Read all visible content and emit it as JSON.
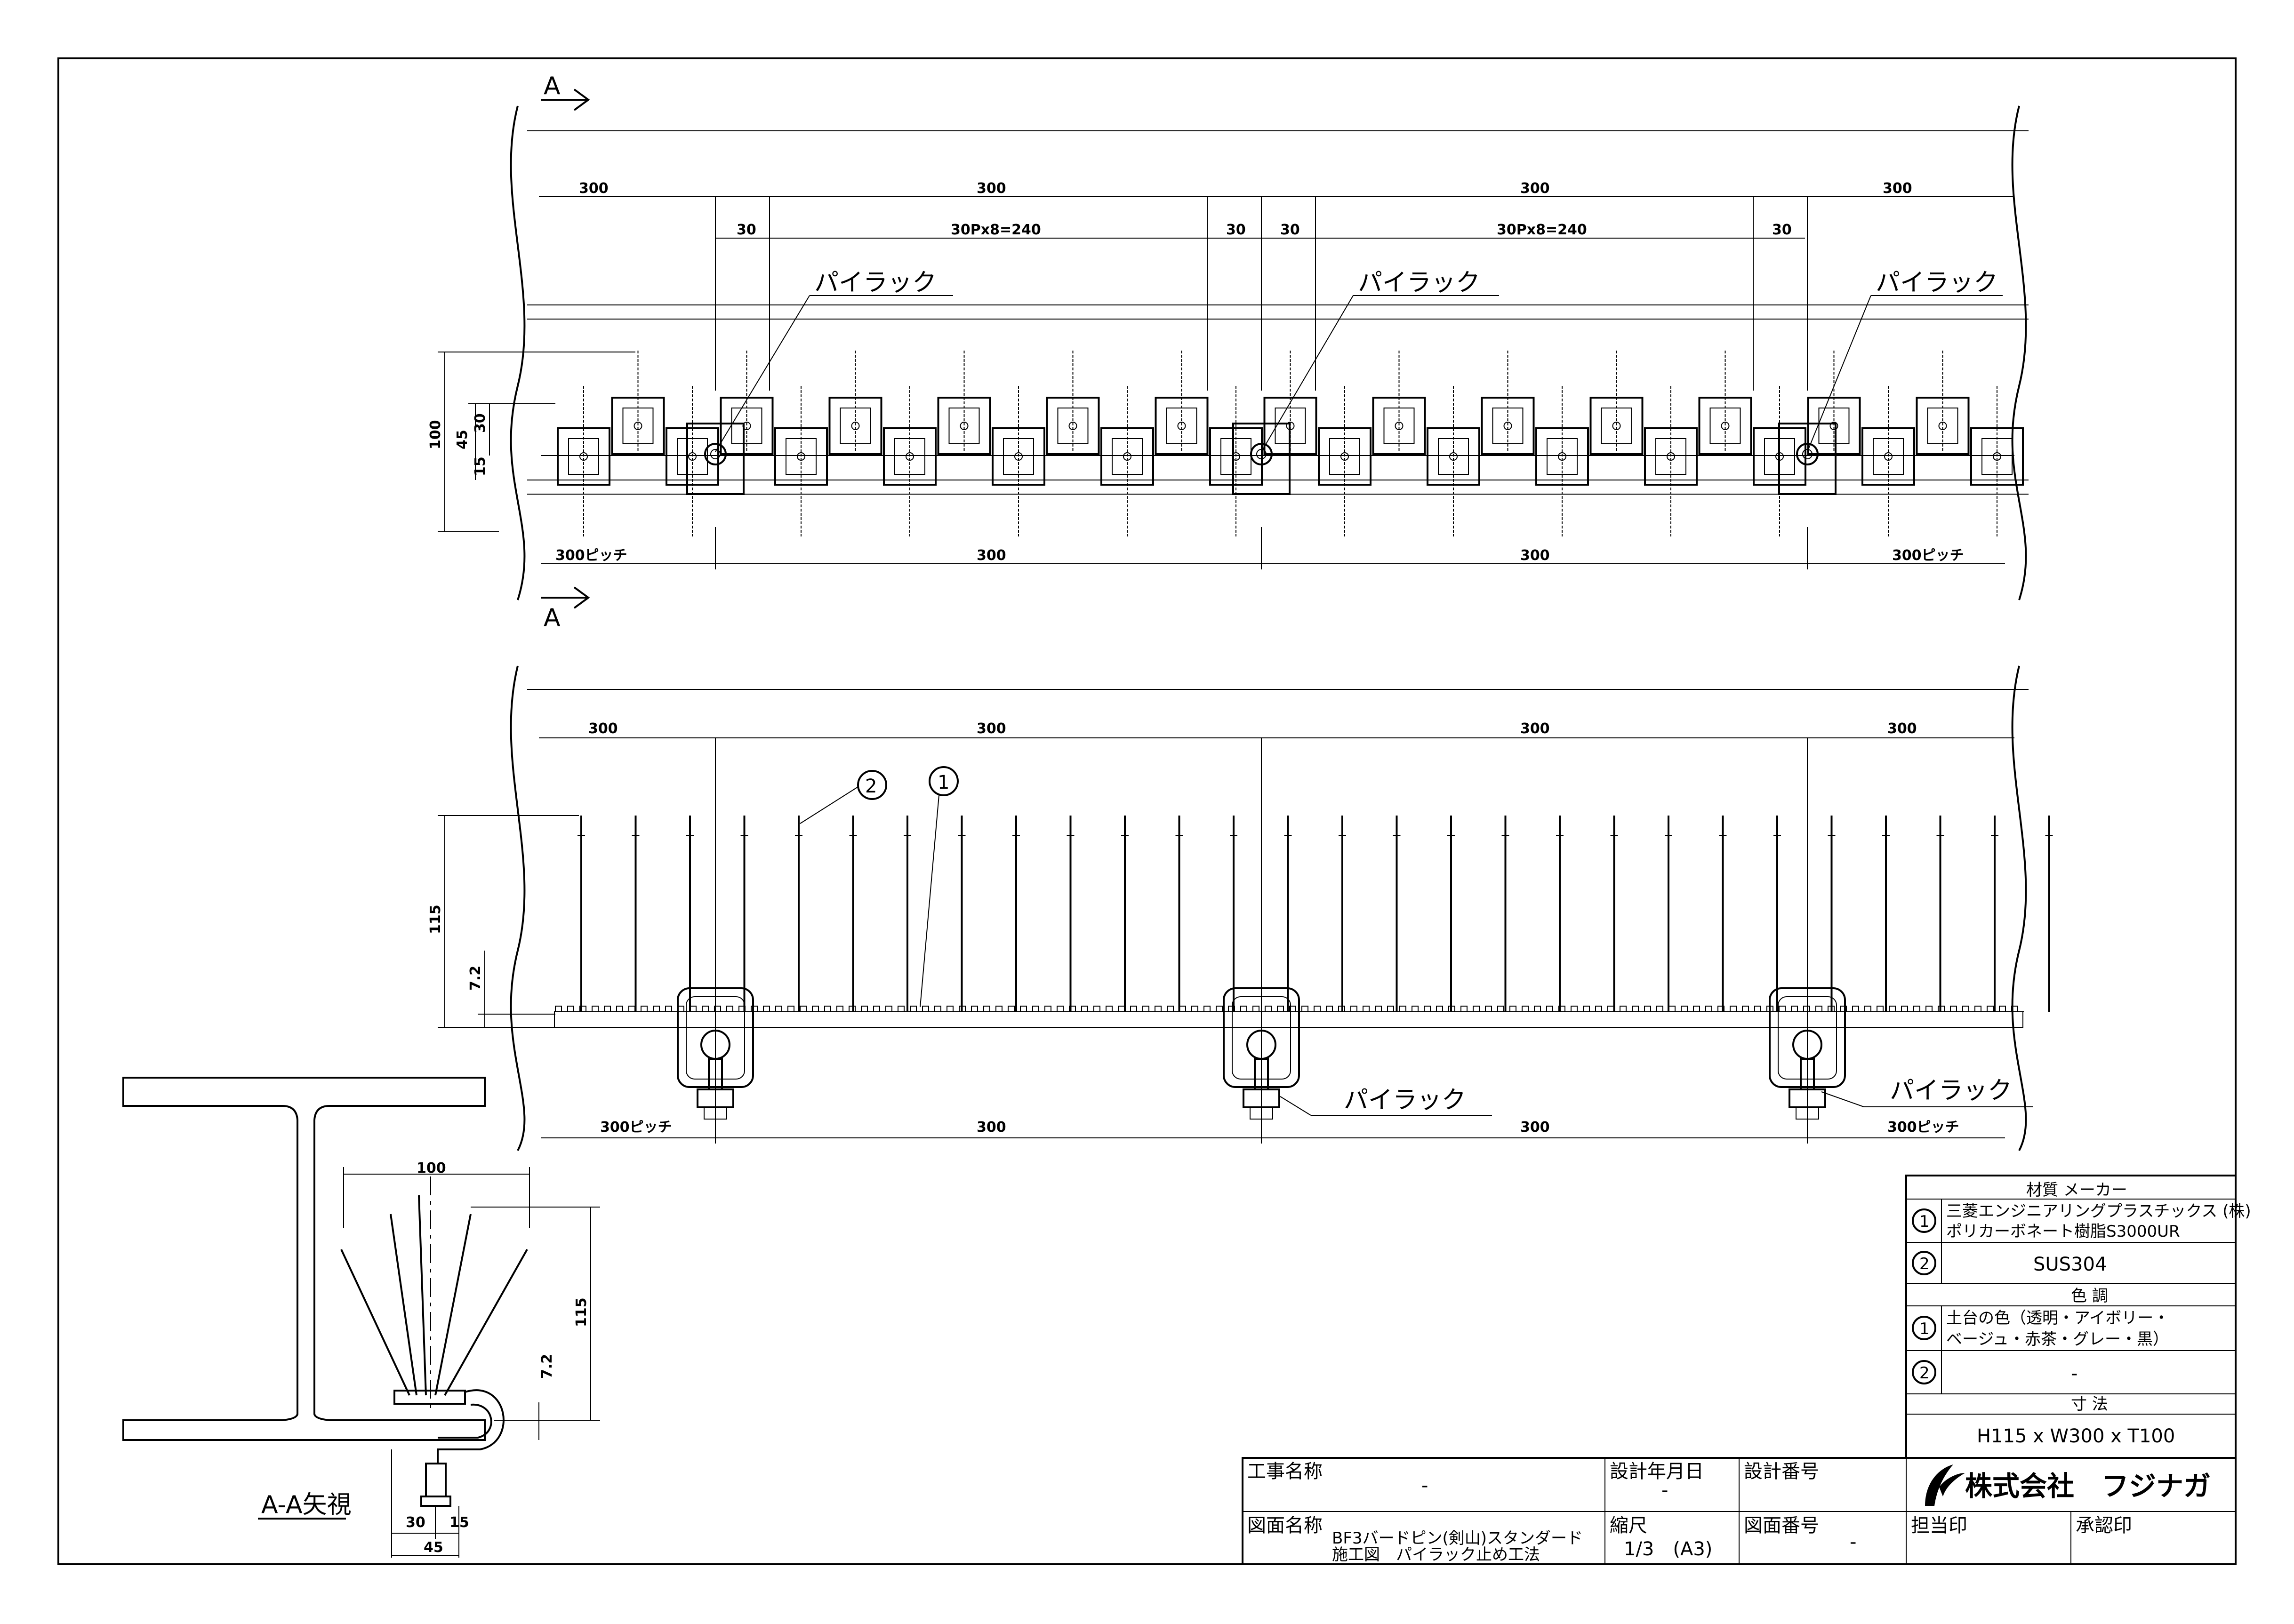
{
  "plan_view": {
    "section_marker": "A",
    "top_dims": [
      "300",
      "300",
      "300",
      "300"
    ],
    "sub_dims": [
      "30",
      "30Px8=240",
      "30",
      "30",
      "30Px8=240",
      "30"
    ],
    "label_pirack": "パイラック",
    "left_dims": [
      "100",
      "45",
      "30",
      "15"
    ],
    "bottom_dims": [
      "300ピッチ",
      "300",
      "300",
      "300ピッチ"
    ]
  },
  "elevation_view": {
    "top_dims": [
      "300",
      "300",
      "300",
      "300"
    ],
    "callouts": [
      "2",
      "1"
    ],
    "left_dims": [
      "115",
      "7.2"
    ],
    "label_pirack": "パイラック",
    "bottom_dims": [
      "300ピッチ",
      "300",
      "300",
      "300ピッチ"
    ]
  },
  "section_view": {
    "title": "A-A矢視",
    "dims": [
      "100",
      "115",
      "7.2",
      "30",
      "15",
      "45"
    ]
  },
  "spec_table": {
    "material_header": "材質 メーカー",
    "item1_no": "1",
    "item1_line1": "三菱エンジニアリングプラスチックス (株)",
    "item1_line2": "ポリカーボネート樹脂S3000UR",
    "item2_no": "2",
    "item2_value": "SUS304",
    "color_header": "色 調",
    "color1_line1": "土台の色（透明・アイボリー・",
    "color1_line2": "ベージュ・赤茶・グレー・黒）",
    "color2_value": "-",
    "size_header": "寸 法",
    "size_value": "H115 x W300 x T100"
  },
  "title_block": {
    "project_label": "工事名称",
    "project_value": "-",
    "design_date_label": "設計年月日",
    "design_date_value": "-",
    "design_no_label": "設計番号",
    "company": "株式会社　フジナガ",
    "drawing_name_label": "図面名称",
    "drawing_name_line1": "BF3バードピン(剣山)スタンダード",
    "drawing_name_line2": "施工図　パイラック止め工法",
    "scale_label": "縮尺",
    "scale_value": "1/3　(A3)",
    "drawing_no_label": "図面番号",
    "drawing_no_value": "-",
    "person_label": "担当印",
    "approval_label": "承認印"
  }
}
